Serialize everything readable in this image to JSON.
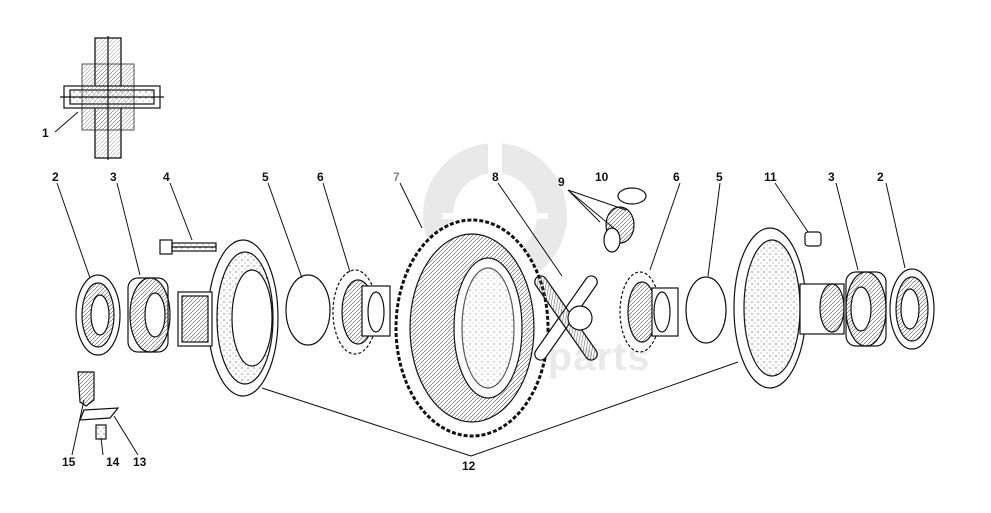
{
  "labels": {
    "l1": "1",
    "l2a": "2",
    "l3a": "3",
    "l4": "4",
    "l5a": "5",
    "l6a": "6",
    "l7": "7",
    "l8": "8",
    "l9": "9",
    "l10": "10",
    "l6b": "6",
    "l5b": "5",
    "l11": "11",
    "l3b": "3",
    "l2b": "2",
    "l12": "12",
    "l13": "13",
    "l14": "14",
    "l15": "15"
  },
  "watermark": {
    "text": "duna parts"
  },
  "colors": {
    "ink": "#111111",
    "paper": "#ffffff",
    "watermark": "#d4d4d4",
    "label7": "#8a8a8a"
  }
}
